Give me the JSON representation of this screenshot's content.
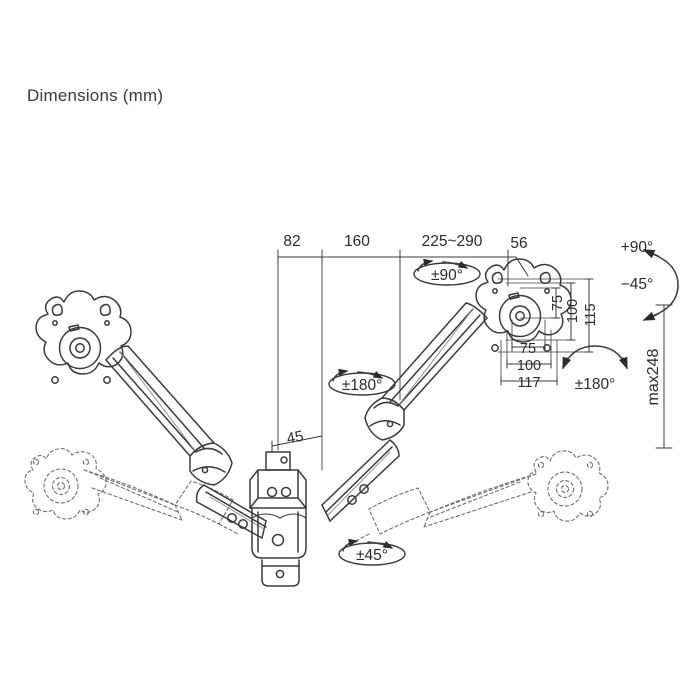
{
  "page": {
    "title": "Dimensions (mm)",
    "background_color": "#ffffff",
    "line_color": "#3b3b3b",
    "ghost_color": "#6f6f6f"
  },
  "drawing": {
    "subject": "dual-monitor gas-spring wall mount",
    "view": "front elevation with phantom (dashed) lowered positions"
  },
  "dimensions": {
    "horizontal_chain": [
      {
        "label": "82",
        "name": "dim-82"
      },
      {
        "label": "160",
        "name": "dim-160"
      },
      {
        "label": "225~290",
        "name": "dim-225-290"
      },
      {
        "label": "56",
        "name": "dim-56"
      }
    ],
    "depth": {
      "label": "45",
      "name": "dim-45"
    },
    "vesa_horizontal": [
      {
        "label": "75",
        "name": "dim-vesa-h-75"
      },
      {
        "label": "100",
        "name": "dim-vesa-h-100"
      },
      {
        "label": "117",
        "name": "dim-vesa-h-117"
      }
    ],
    "vesa_vertical": [
      {
        "label": "75",
        "name": "dim-vesa-v-75"
      },
      {
        "label": "100",
        "name": "dim-vesa-v-100"
      },
      {
        "label": "115",
        "name": "dim-vesa-v-115"
      }
    ],
    "height": {
      "label": "max248",
      "name": "dim-max248"
    }
  },
  "rotations": {
    "tilt_up": {
      "label": "+90°",
      "name": "tilt-up"
    },
    "tilt_down": {
      "label": "−45°",
      "name": "tilt-down"
    },
    "head_swivel": {
      "label": "±90°",
      "name": "head-swivel"
    },
    "arm_rotation": {
      "label": "±180°",
      "name": "arm-rotation"
    },
    "screen_rotation": {
      "label": "±180°",
      "name": "screen-rotation"
    },
    "base_swivel": {
      "label": "±45°",
      "name": "base-swivel"
    }
  }
}
